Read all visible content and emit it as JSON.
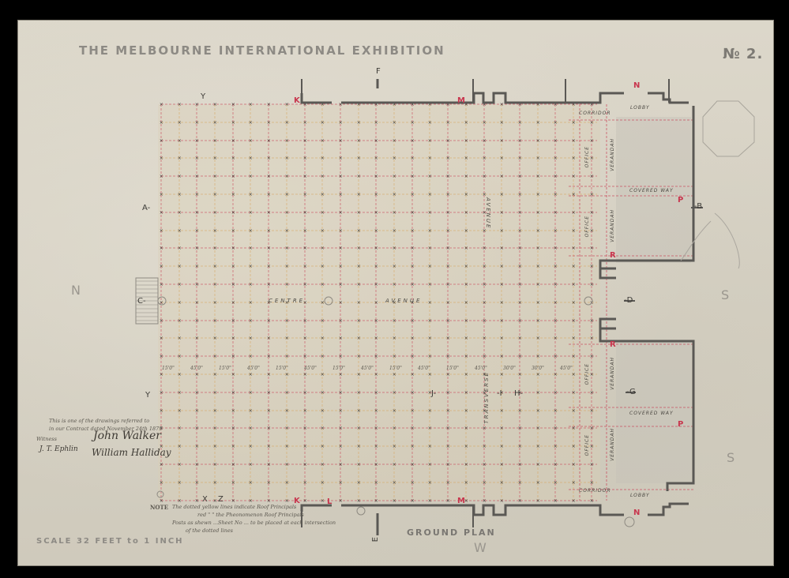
{
  "drawing": {
    "title": "THE MELBOURNE INTERNATIONAL EXHIBITION",
    "sheet_number": "№ 2.",
    "plan_name": "GROUND PLAN",
    "scale": "SCALE 32 FEET to 1 INCH",
    "note": {
      "label": "NOTE",
      "lines": [
        "The dotted yellow lines indicate Roof Principals",
        "red     \"     \"     the Pheonomenon Roof Principals",
        "Posts as shewn ...Sheet No ... to be placed at each intersection",
        "of the dotted lines"
      ]
    },
    "certification": {
      "lines": [
        "This is one of the drawings referred to",
        "in our Contract dated November 24th 1879"
      ],
      "witness_label": "Witness",
      "witness": "J. T. Ephlin",
      "signatures": [
        "John Walker",
        "William Halliday"
      ]
    },
    "section_markers": {
      "A": "A-",
      "B": "-B",
      "C": "C-",
      "D": "-D",
      "E": "E",
      "F": "F",
      "G": "-G",
      "H": "H-",
      "I": "-I",
      "J": "J-",
      "Y_top": "Y",
      "Y_left": "Y",
      "X": "X",
      "Z": "Z"
    },
    "red_markers": [
      "K",
      "L",
      "M",
      "N",
      "P",
      "R",
      "K",
      "M",
      "N",
      "P",
      "R"
    ],
    "room_labels": {
      "centre": "CENTRE",
      "avenue": "AVENUE",
      "transverse": "TRANSVERSE",
      "transverse_avenue": "AVENUE",
      "corridor": "CORRIDOR",
      "lobby": "LOBBY",
      "office": "OFFICE",
      "verandah": "VERANDAH",
      "covered_way": "COVERED WAY"
    },
    "dimension_labels": [
      "15'0\"",
      "45'0\"",
      "15'0\"",
      "45'0\"",
      "15'0\"",
      "45'0\"",
      "15'0\"",
      "45'0\"",
      "15'0\"",
      "45'0\"",
      "15'0\"",
      "45'0\"",
      "30'0\"",
      "30'0\"",
      "45'0\""
    ],
    "pencil_marks": {
      "N": "N",
      "S": "S",
      "W": "W",
      "S2": "S"
    },
    "colors": {
      "paper": "#d6d1c3",
      "wall": "#5a5854",
      "red_ink": "#c8364e",
      "yellow_line": "#d7a45a",
      "grid_post": "#3a3936",
      "stamp_grey": "#8d8a84",
      "background": "#000000"
    }
  }
}
